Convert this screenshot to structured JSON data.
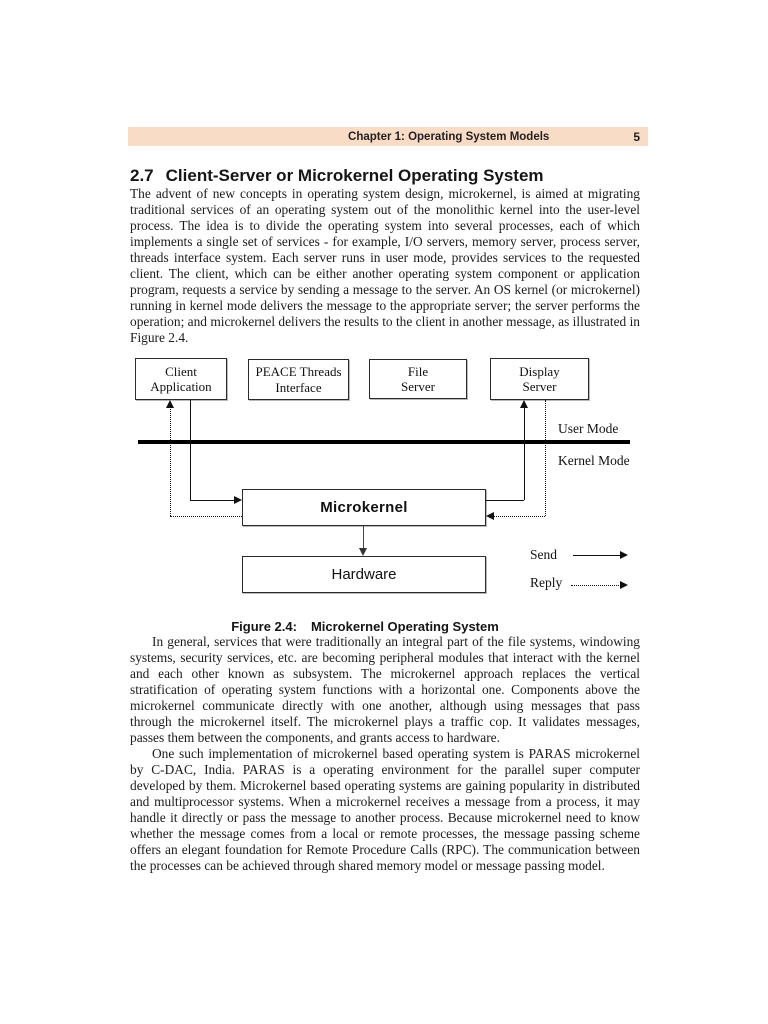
{
  "header": {
    "chapter_title": "Chapter 1: Operating System Models",
    "page_number": "5"
  },
  "section": {
    "number": "2.7",
    "title": "Client-Server or Microkernel Operating System"
  },
  "paragraphs": {
    "intro": "The advent of new concepts in operating system design, microkernel, is aimed at migrating traditional services of an operating system out of the monolithic kernel into the user-level process. The idea is to divide the operating system into several processes, each of which implements a single set of services - for example, I/O servers, memory server, process server, threads interface system. Each server runs in user mode, provides services to the requested client. The client, which can be either another operating system component or application program, requests a service by sending a message  to the server. An OS kernel (or microkernel) running in kernel mode delivers the message to the appropriate server; the server performs the operation; and microkernel delivers the results to the client in another message, as illustrated in Figure 2.4.",
    "general": "In general, services that were traditionally an integral part of the file systems, windowing systems, security services, etc. are becoming peripheral modules that interact with the kernel and each other known as subsystem. The microkernel approach replaces the vertical stratification of operating system functions with a horizontal one. Components above the microkernel communicate directly with one another, although using messages that pass through the microkernel itself. The microkernel plays a traffic cop. It validates messages, passes them between the components, and grants access to hardware.",
    "paras": "One such implementation of microkernel based operating system is PARAS microkernel by C-DAC, India. PARAS is a operating environment for the parallel super computer developed by them. Microkernel based operating systems are gaining popularity in distributed and multiprocessor systems. When a microkernel receives a message from a process, it may handle it directly or pass the message to another process. Because microkernel need to know whether the message comes from a local or remote processes, the message passing scheme offers an elegant foundation for Remote Procedure Calls (RPC). The communication between the processes can be achieved through shared memory model or message passing model."
  },
  "figure": {
    "caption_label": "Figure 2.4:",
    "caption_title": "Microkernel Operating System",
    "diagram": {
      "boxes": [
        {
          "label": "Client\nApplication"
        },
        {
          "label": "PEACE Threads\nInterface"
        },
        {
          "label": "File\nServer"
        },
        {
          "label": "Display\nServer"
        }
      ],
      "microkernel": "Microkernel",
      "hardware": "Hardware",
      "user_mode": "User Mode",
      "kernel_mode": "Kernel Mode",
      "send": "Send",
      "reply": "Reply"
    }
  },
  "colors": {
    "header_bg": "#f9dcc6",
    "text": "#1b1b1b",
    "line": "#111111"
  }
}
